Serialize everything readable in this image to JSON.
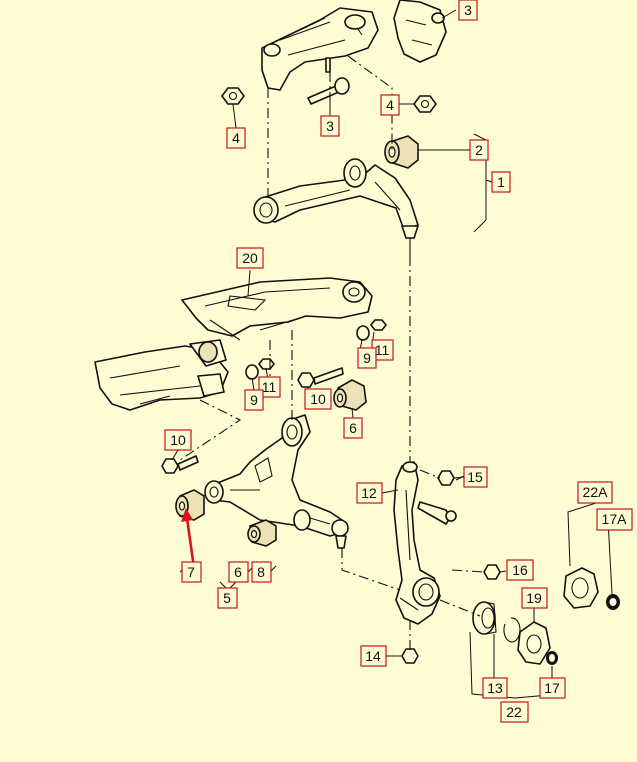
{
  "diagram": {
    "callouts": [
      {
        "id": "c3a",
        "label": "3"
      },
      {
        "id": "c4a",
        "label": "4"
      },
      {
        "id": "c3b",
        "label": "3"
      },
      {
        "id": "c4b",
        "label": "4"
      },
      {
        "id": "c2",
        "label": "2"
      },
      {
        "id": "c1",
        "label": "1"
      },
      {
        "id": "c20",
        "label": "20"
      },
      {
        "id": "c11a",
        "label": "11"
      },
      {
        "id": "c9a",
        "label": "9"
      },
      {
        "id": "c11b",
        "label": "11"
      },
      {
        "id": "c9b",
        "label": "9"
      },
      {
        "id": "c10a",
        "label": "10"
      },
      {
        "id": "c6a",
        "label": "6"
      },
      {
        "id": "c10b",
        "label": "10"
      },
      {
        "id": "c15",
        "label": "15"
      },
      {
        "id": "c12",
        "label": "12"
      },
      {
        "id": "c22A",
        "label": "22A"
      },
      {
        "id": "c17A",
        "label": "17A"
      },
      {
        "id": "c16",
        "label": "16"
      },
      {
        "id": "c19",
        "label": "19"
      },
      {
        "id": "c7",
        "label": "7"
      },
      {
        "id": "c6b",
        "label": "6"
      },
      {
        "id": "c8",
        "label": "8"
      },
      {
        "id": "c5",
        "label": "5"
      },
      {
        "id": "c14",
        "label": "14"
      },
      {
        "id": "c13",
        "label": "13"
      },
      {
        "id": "c17",
        "label": "17"
      },
      {
        "id": "c22",
        "label": "22"
      }
    ],
    "highlight": {
      "target": "7",
      "color": "#d8121a"
    },
    "colors": {
      "background": "#fffbd3",
      "callout_border": "#c0191f",
      "line": "#111111"
    }
  }
}
